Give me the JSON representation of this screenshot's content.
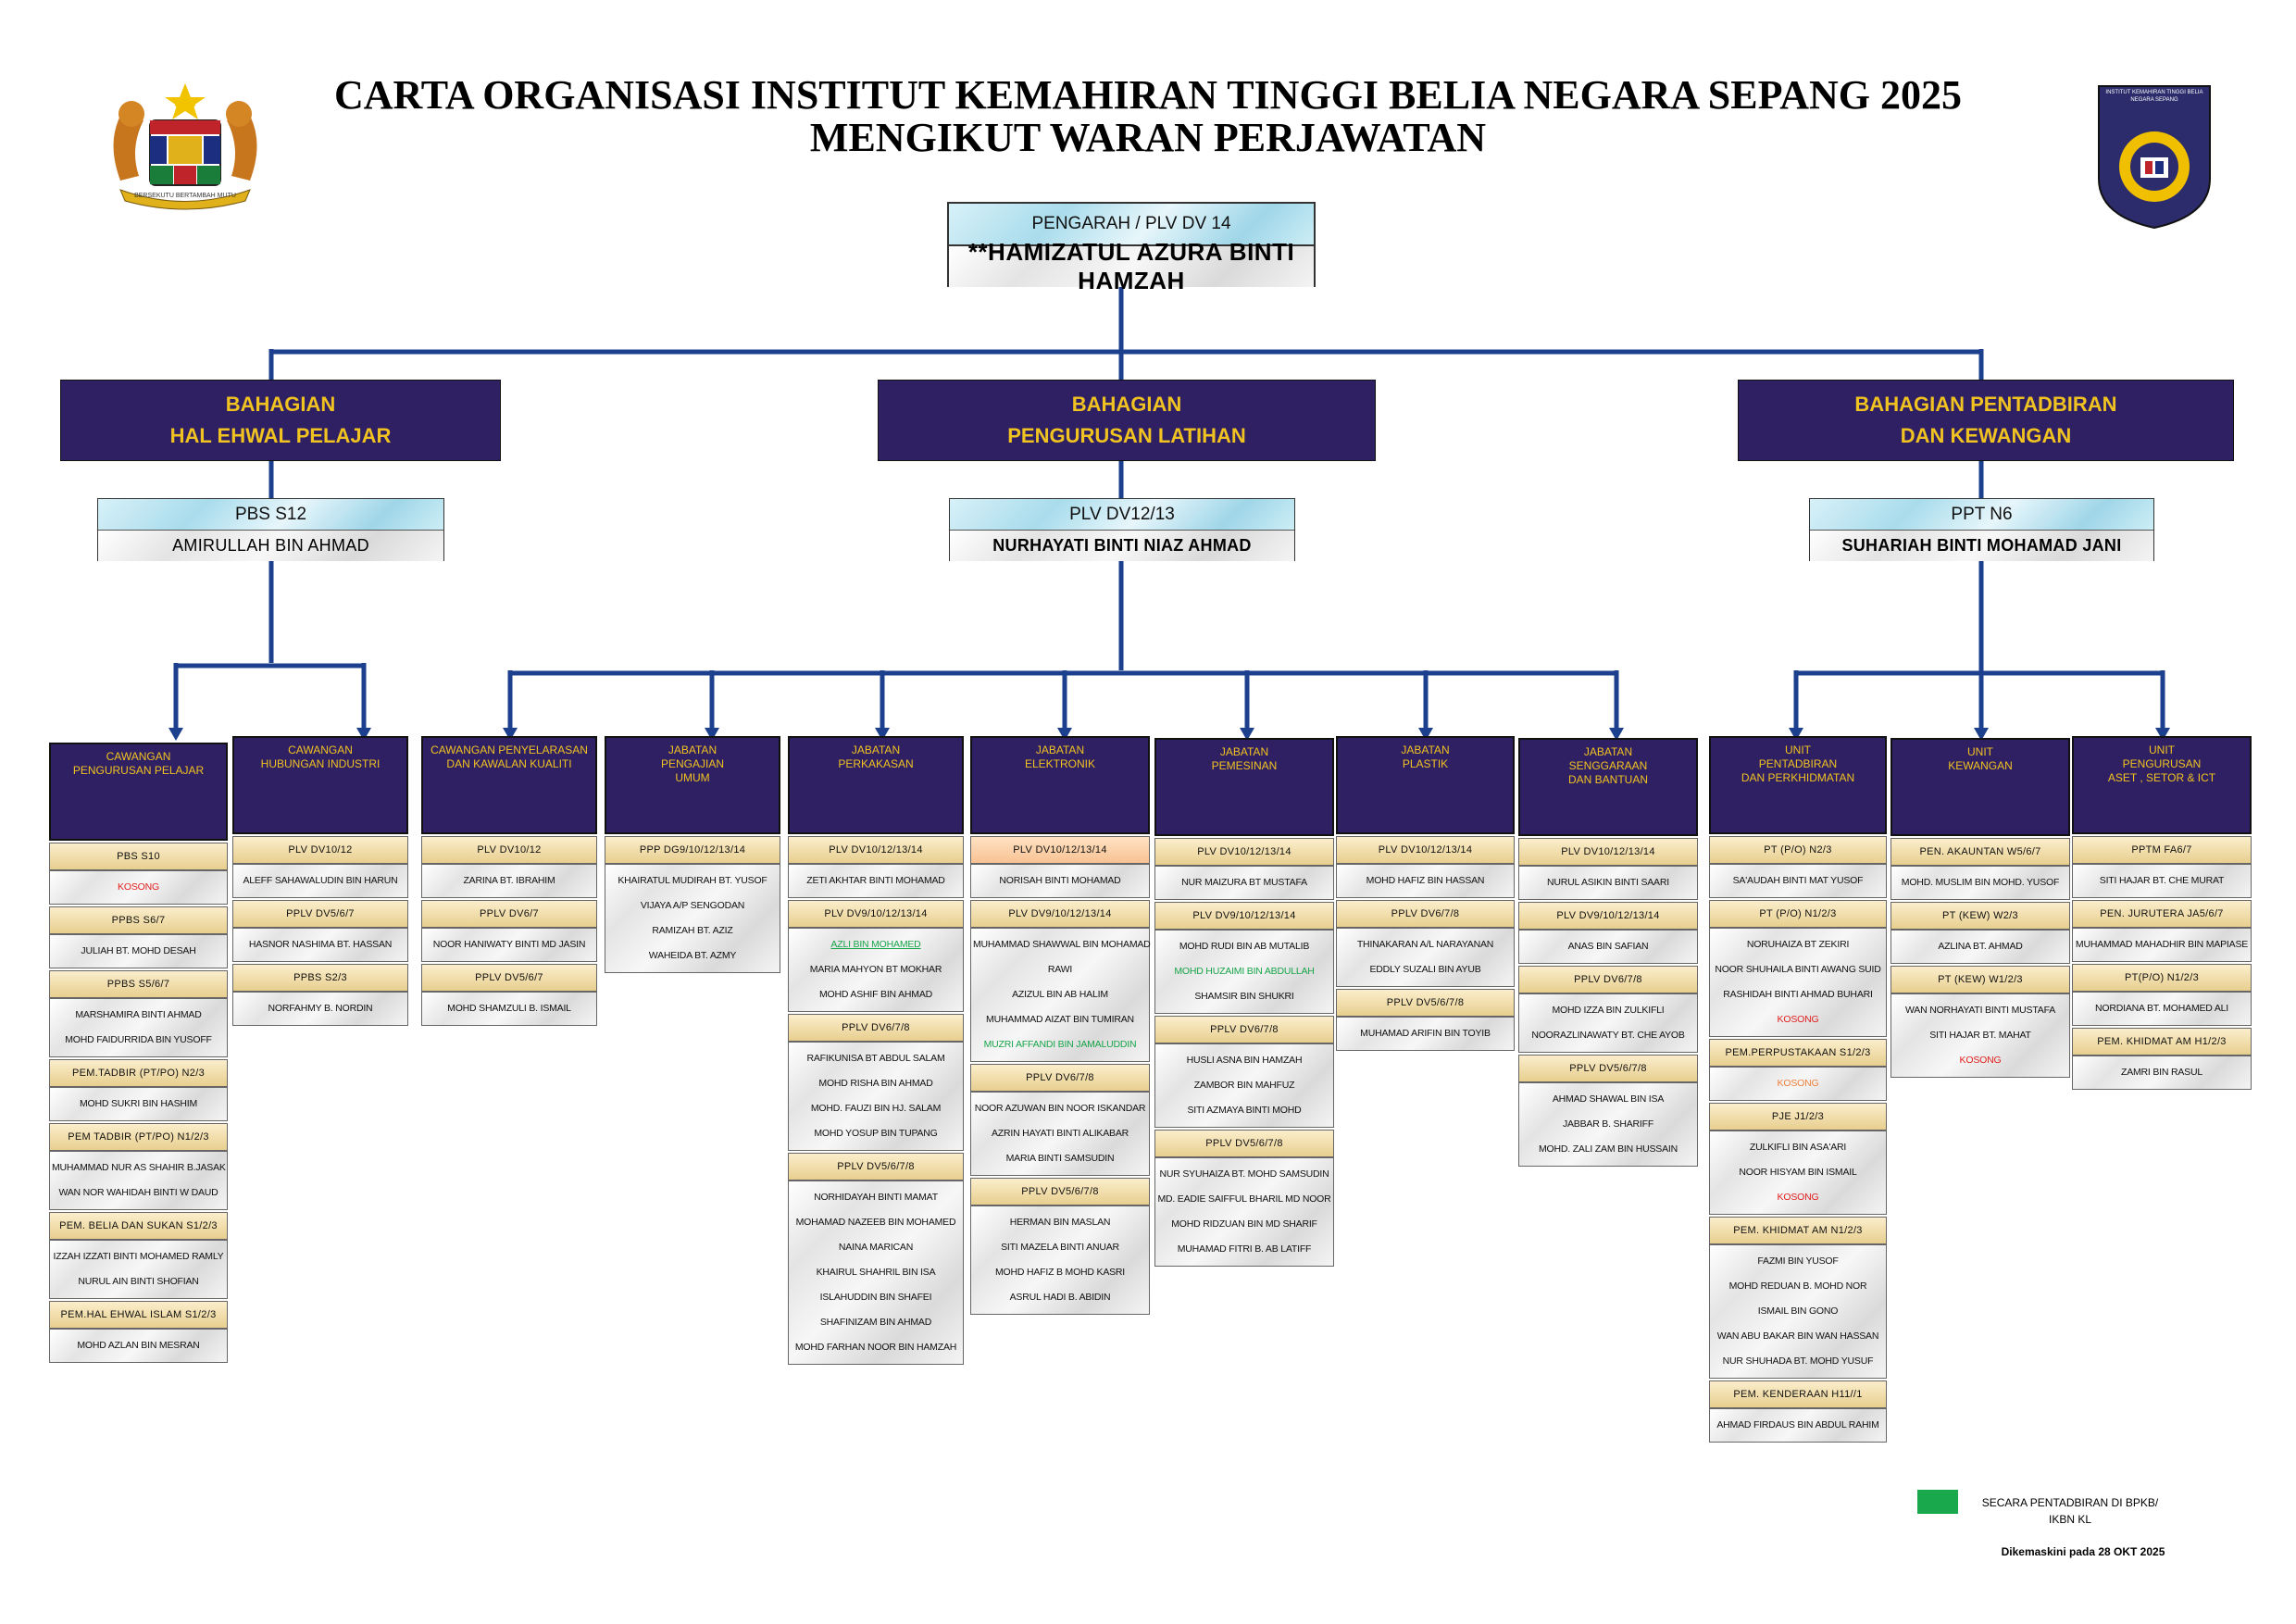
{
  "title_line1": "CARTA ORGANISASI  INSTITUT KEMAHIRAN TINGGI BELIA NEGARA SEPANG 2025",
  "title_line2": "MENGIKUT WARAN PERJAWATAN",
  "logo_right_text": "INSTITUT KEMAHIRAN TINGGI BELIA NEGARA SEPANG",
  "logo_left_motto": "BERSEKUTU BERTAMBAH MUTU",
  "director": {
    "grade": "PENGARAH  / PLV DV 14",
    "name": "**HAMIZATUL AZURA BINTI HAMZAH"
  },
  "divisions": [
    {
      "line1": "BAHAGIAN",
      "line2": "HAL EHWAL PELAJAR",
      "grade": "PBS  S12",
      "name": "AMIRULLAH BIN AHMAD"
    },
    {
      "line1": "BAHAGIAN",
      "line2": "PENGURUSAN LATIHAN",
      "grade": "PLV DV12/13",
      "name": "NURHAYATI BINTI NIAZ AHMAD"
    },
    {
      "line1": "BAHAGIAN PENTADBIRAN",
      "line2": "DAN KEWANGAN",
      "grade": "PPT  N6",
      "name": "SUHARIAH BINTI  MOHAMAD JANI"
    }
  ],
  "units": [
    {
      "head": [
        "CAWANGAN",
        "PENGURUSAN PELAJAR"
      ],
      "groups": [
        {
          "grade": "PBS  S10",
          "names": [
            {
              "t": "KOSONG",
              "c": "red"
            }
          ]
        },
        {
          "grade": "PPBS  S6/7",
          "names": [
            {
              "t": "JULIAH  BT. MOHD DESAH"
            }
          ]
        },
        {
          "grade": "PPBS  S5/6/7",
          "names": [
            {
              "t": "MARSHAMIRA BINTI AHMAD"
            },
            {
              "t": "MOHD FAIDURRIDA BIN YUSOFF"
            }
          ]
        },
        {
          "grade": "PEM.TADBIR (PT/PO) N2/3",
          "names": [
            {
              "t": "MOHD SUKRI BIN HASHIM"
            }
          ]
        },
        {
          "grade": "PEM TADBIR (PT/PO) N1/2/3",
          "names": [
            {
              "t": "MUHAMMAD NUR AS SHAHIR B.JASAK"
            },
            {
              "t": "WAN NOR WAHIDAH BINTI W DAUD"
            }
          ]
        },
        {
          "grade": "PEM. BELIA DAN SUKAN S1/2/3",
          "names": [
            {
              "t": "IZZAH IZZATI BINTI MOHAMED RAMLY"
            },
            {
              "t": "NURUL AIN BINTI SHOFIAN"
            }
          ]
        },
        {
          "grade": "PEM.HAL EHWAL ISLAM  S1/2/3",
          "names": [
            {
              "t": "MOHD  AZLAN  BIN MESRAN"
            }
          ]
        }
      ]
    },
    {
      "head": [
        "CAWANGAN",
        "HUBUNGAN INDUSTRI"
      ],
      "groups": [
        {
          "grade": "PLV  DV10/12",
          "names": [
            {
              "t": "ALEFF SAHAWALUDIN BIN HARUN"
            }
          ]
        },
        {
          "grade": "PPLV  DV5/6/7",
          "names": [
            {
              "t": "HASNOR NASHIMA  BT. HASSAN"
            }
          ]
        },
        {
          "grade": "PPBS  S2/3",
          "names": [
            {
              "t": "NORFAHMY B.  NORDIN"
            }
          ]
        }
      ]
    },
    {
      "head": [
        "CAWANGAN PENYELARASAN",
        "DAN KAWALAN KUALITI"
      ],
      "groups": [
        {
          "grade": "PLV  DV10/12",
          "names": [
            {
              "t": "ZARINA  BT. IBRAHIM"
            }
          ]
        },
        {
          "grade": "PPLV  DV6/7",
          "names": [
            {
              "t": "NOOR HANIWATY BINTI MD JASIN"
            }
          ]
        },
        {
          "grade": "PPLV  DV5/6/7",
          "names": [
            {
              "t": "MOHD SHAMZULI B. ISMAIL"
            }
          ]
        }
      ]
    },
    {
      "head": [
        "JABATAN",
        "PENGAJIAN",
        "UMUM"
      ],
      "groups": [
        {
          "grade": "PPP  DG9/10/12/13/14",
          "names": [
            {
              "t": "KHAIRATUL MUDIRAH BT. YUSOF"
            },
            {
              "t": "VIJAYA A/P SENGODAN"
            },
            {
              "t": "RAMIZAH BT. AZIZ"
            },
            {
              "t": "WAHEIDA BT. AZMY"
            }
          ]
        }
      ]
    },
    {
      "head": [
        "JABATAN",
        "PERKAKASAN"
      ],
      "groups": [
        {
          "grade": "PLV  DV10/12/13/14",
          "names": [
            {
              "t": "ZETI AKHTAR BINTI MOHAMAD"
            }
          ]
        },
        {
          "grade": "PLV  DV9/10/12/13/14",
          "names": [
            {
              "t": "AZLI BIN MOHAMED",
              "c": "green"
            },
            {
              "t": "MARIA MAHYON BT MOKHAR"
            },
            {
              "t": "MOHD ASHIF BIN AHMAD"
            }
          ]
        },
        {
          "grade": "PPLV  DV6/7/8",
          "names": [
            {
              "t": "RAFIKUNISA BT ABDUL SALAM"
            },
            {
              "t": "MOHD RISHA BIN AHMAD"
            },
            {
              "t": "MOHD. FAUZI BIN HJ.  SALAM"
            },
            {
              "t": "MOHD YOSUP BIN TUPANG"
            }
          ]
        },
        {
          "grade": "PPLV DV5/6/7/8",
          "names": [
            {
              "t": "NORHIDAYAH BINTI MAMAT"
            },
            {
              "t": "MOHAMAD NAZEEB BIN MOHAMED"
            },
            {
              "t": "NAINA MARICAN"
            },
            {
              "t": "KHAIRUL SHAHRIL BIN ISA"
            },
            {
              "t": "ISLAHUDDIN BIN SHAFEI"
            },
            {
              "t": "SHAFINIZAM BIN AHMAD"
            },
            {
              "t": "MOHD FARHAN NOOR BIN HAMZAH"
            }
          ]
        }
      ]
    },
    {
      "head": [
        "JABATAN",
        "ELEKTRONIK"
      ],
      "groups": [
        {
          "grade": "PLV  DV10/12/13/14",
          "orange": true,
          "names": [
            {
              "t": "NORISAH BINTI MOHAMAD"
            }
          ]
        },
        {
          "grade": "PLV  DV9/10/12/13/14",
          "names": [
            {
              "t": "MUHAMMAD SHAWWAL BIN MOHAMAD"
            },
            {
              "t": "RAWI"
            },
            {
              "t": "AZIZUL BIN AB HALIM"
            },
            {
              "t": "MUHAMMAD AIZAT BIN TUMIRAN"
            },
            {
              "t": "MUZRI AFFANDI BIN JAMALUDDIN",
              "c": "green"
            }
          ]
        },
        {
          "grade": "PPLV  DV6/7/8",
          "names": [
            {
              "t": "NOOR AZUWAN BIN NOOR ISKANDAR"
            },
            {
              "t": "AZRIN HAYATI BINTI ALIKABAR"
            },
            {
              "t": "MARIA BINTI SAMSUDIN"
            }
          ]
        },
        {
          "grade": "PPLV  DV5/6/7/8",
          "names": [
            {
              "t": "HERMAN BIN MASLAN"
            },
            {
              "t": "SITI MAZELA BINTI ANUAR"
            },
            {
              "t": "MOHD HAFIZ B MOHD KASRI"
            },
            {
              "t": "ASRUL HADI B. ABIDIN"
            }
          ]
        }
      ]
    },
    {
      "head": [
        "JABATAN",
        "PEMESINAN"
      ],
      "groups": [
        {
          "grade": "PLV  DV10/12/13/14",
          "names": [
            {
              "t": "NUR MAIZURA BT MUSTAFA"
            }
          ]
        },
        {
          "grade": "PLV  DV9/10/12/13/14",
          "names": [
            {
              "t": "MOHD RUDI BIN AB MUTALIB"
            },
            {
              "t": "MOHD HUZAIMI BIN ABDULLAH",
              "c": "green"
            },
            {
              "t": "SHAMSIR BIN SHUKRI"
            }
          ]
        },
        {
          "grade": "PPLV  DV6/7/8",
          "names": [
            {
              "t": "HUSLI ASNA BIN HAMZAH"
            },
            {
              "t": "ZAMBOR  BIN MAHFUZ"
            },
            {
              "t": "SITI AZMAYA BINTI MOHD"
            }
          ]
        },
        {
          "grade": "PPLV  DV5/6/7/8",
          "names": [
            {
              "t": "NUR SYUHAIZA BT.  MOHD SAMSUDIN"
            },
            {
              "t": "MD. EADIE SAIFFUL BHARIL  MD NOOR"
            },
            {
              "t": "MOHD RIDZUAN BIN MD SHARIF"
            },
            {
              "t": "MUHAMAD FITRI B. AB LATIFF"
            }
          ]
        }
      ]
    },
    {
      "head": [
        "JABATAN",
        "PLASTIK"
      ],
      "groups": [
        {
          "grade": "PLV  DV10/12/13/14",
          "names": [
            {
              "t": "MOHD HAFIZ BIN HASSAN"
            }
          ]
        },
        {
          "grade": "PPLV  DV6/7/8",
          "names": [
            {
              "t": "THINAKARAN A/L NARAYANAN"
            },
            {
              "t": "EDDLY SUZALI BIN AYUB"
            }
          ]
        },
        {
          "grade": "PPLV  DV5/6/7/8",
          "names": [
            {
              "t": "MUHAMAD ARIFIN BIN TOYIB"
            }
          ]
        }
      ]
    },
    {
      "head": [
        "JABATAN",
        "SENGGARAAN",
        "DAN BANTUAN"
      ],
      "groups": [
        {
          "grade": "PLV DV10/12/13/14",
          "names": [
            {
              "t": "NURUL  ASIKIN BINTI SAARI"
            }
          ]
        },
        {
          "grade": "PLV DV9/10/12/13/14",
          "names": [
            {
              "t": "ANAS BIN SAFIAN"
            }
          ]
        },
        {
          "grade": "PPLV DV6/7/8",
          "names": [
            {
              "t": "MOHD IZZA BIN ZULKIFLI"
            },
            {
              "t": "NOORAZLINAWATY BT. CHE AYOB"
            }
          ]
        },
        {
          "grade": "PPLV  DV5/6/7/8",
          "names": [
            {
              "t": "AHMAD SHAWAL BIN ISA"
            },
            {
              "t": "JABBAR  B. SHARIFF"
            },
            {
              "t": "MOHD. ZALI ZAM BIN HUSSAIN"
            }
          ]
        }
      ]
    },
    {
      "head": [
        "UNIT",
        "PENTADBIRAN",
        "DAN PERKHIDMATAN"
      ],
      "groups": [
        {
          "grade": "PT (P/O) N2/3",
          "names": [
            {
              "t": "SA'AUDAH BINTI MAT YUSOF"
            }
          ]
        },
        {
          "grade": "PT (P/O) N1/2/3",
          "names": [
            {
              "t": "NORUHAIZA BT ZEKIRI"
            },
            {
              "t": "NOOR SHUHAILA BINTI AWANG SUID"
            },
            {
              "t": "RASHIDAH BINTI AHMAD BUHARI"
            },
            {
              "t": "KOSONG",
              "c": "red"
            }
          ]
        },
        {
          "grade": "PEM.PERPUSTAKAAN S1/2/3",
          "names": [
            {
              "t": "KOSONG",
              "c": "orange"
            }
          ]
        },
        {
          "grade": "PJE  J1/2/3",
          "names": [
            {
              "t": "ZULKIFLI BIN ASA'ARI"
            },
            {
              "t": "NOOR HISYAM BIN ISMAIL"
            },
            {
              "t": "KOSONG",
              "c": "red"
            }
          ]
        },
        {
          "grade": "PEM. KHIDMAT AM N1/2/3",
          "names": [
            {
              "t": "FAZMI BIN YUSOF"
            },
            {
              "t": "MOHD REDUAN B. MOHD NOR"
            },
            {
              "t": "ISMAIL BIN GONO"
            },
            {
              "t": "WAN ABU BAKAR BIN WAN HASSAN"
            },
            {
              "t": "NUR SHUHADA  BT. MOHD YUSUF"
            }
          ]
        },
        {
          "grade": "PEM.  KENDERAAN  H11//1",
          "names": [
            {
              "t": "AHMAD FIRDAUS  BIN ABDUL RAHIM"
            }
          ]
        }
      ]
    },
    {
      "head": [
        "UNIT",
        "KEWANGAN"
      ],
      "groups": [
        {
          "grade": "PEN. AKAUNTAN W5/6/7",
          "names": [
            {
              "t": "MOHD. MUSLIM BIN MOHD. YUSOF"
            }
          ]
        },
        {
          "grade": "PT (KEW) W2/3",
          "names": [
            {
              "t": "AZLINA BT. AHMAD"
            }
          ]
        },
        {
          "grade": "PT (KEW) W1/2/3",
          "names": [
            {
              "t": "WAN NORHAYATI BINTI MUSTAFA"
            },
            {
              "t": "SITI HAJAR BT. MAHAT"
            },
            {
              "t": "KOSONG",
              "c": "red"
            }
          ]
        }
      ]
    },
    {
      "head": [
        "UNIT",
        "PENGURUSAN",
        "ASET , SETOR & ICT"
      ],
      "groups": [
        {
          "grade": "PPTM  FA6/7",
          "names": [
            {
              "t": "SITI HAJAR BT. CHE MURAT"
            }
          ]
        },
        {
          "grade": "PEN. JURUTERA JA5/6/7",
          "names": [
            {
              "t": "MUHAMMAD MAHADHIR BIN MAPIASE"
            }
          ]
        },
        {
          "grade": "PT(P/O) N1/2/3",
          "names": [
            {
              "t": "NORDIANA BT. MOHAMED ALI"
            }
          ]
        },
        {
          "grade": "PEM. KHIDMAT AM  H1/2/3",
          "names": [
            {
              "t": "ZAMRI BIN RASUL"
            }
          ]
        }
      ]
    }
  ],
  "legend": {
    "color": "#1aa84c",
    "line1": "SECARA  PENTADBIRAN DI BPKB/",
    "line2": "IKBN KL"
  },
  "updated": "Dikemaskini pada  28 OKT 2025"
}
